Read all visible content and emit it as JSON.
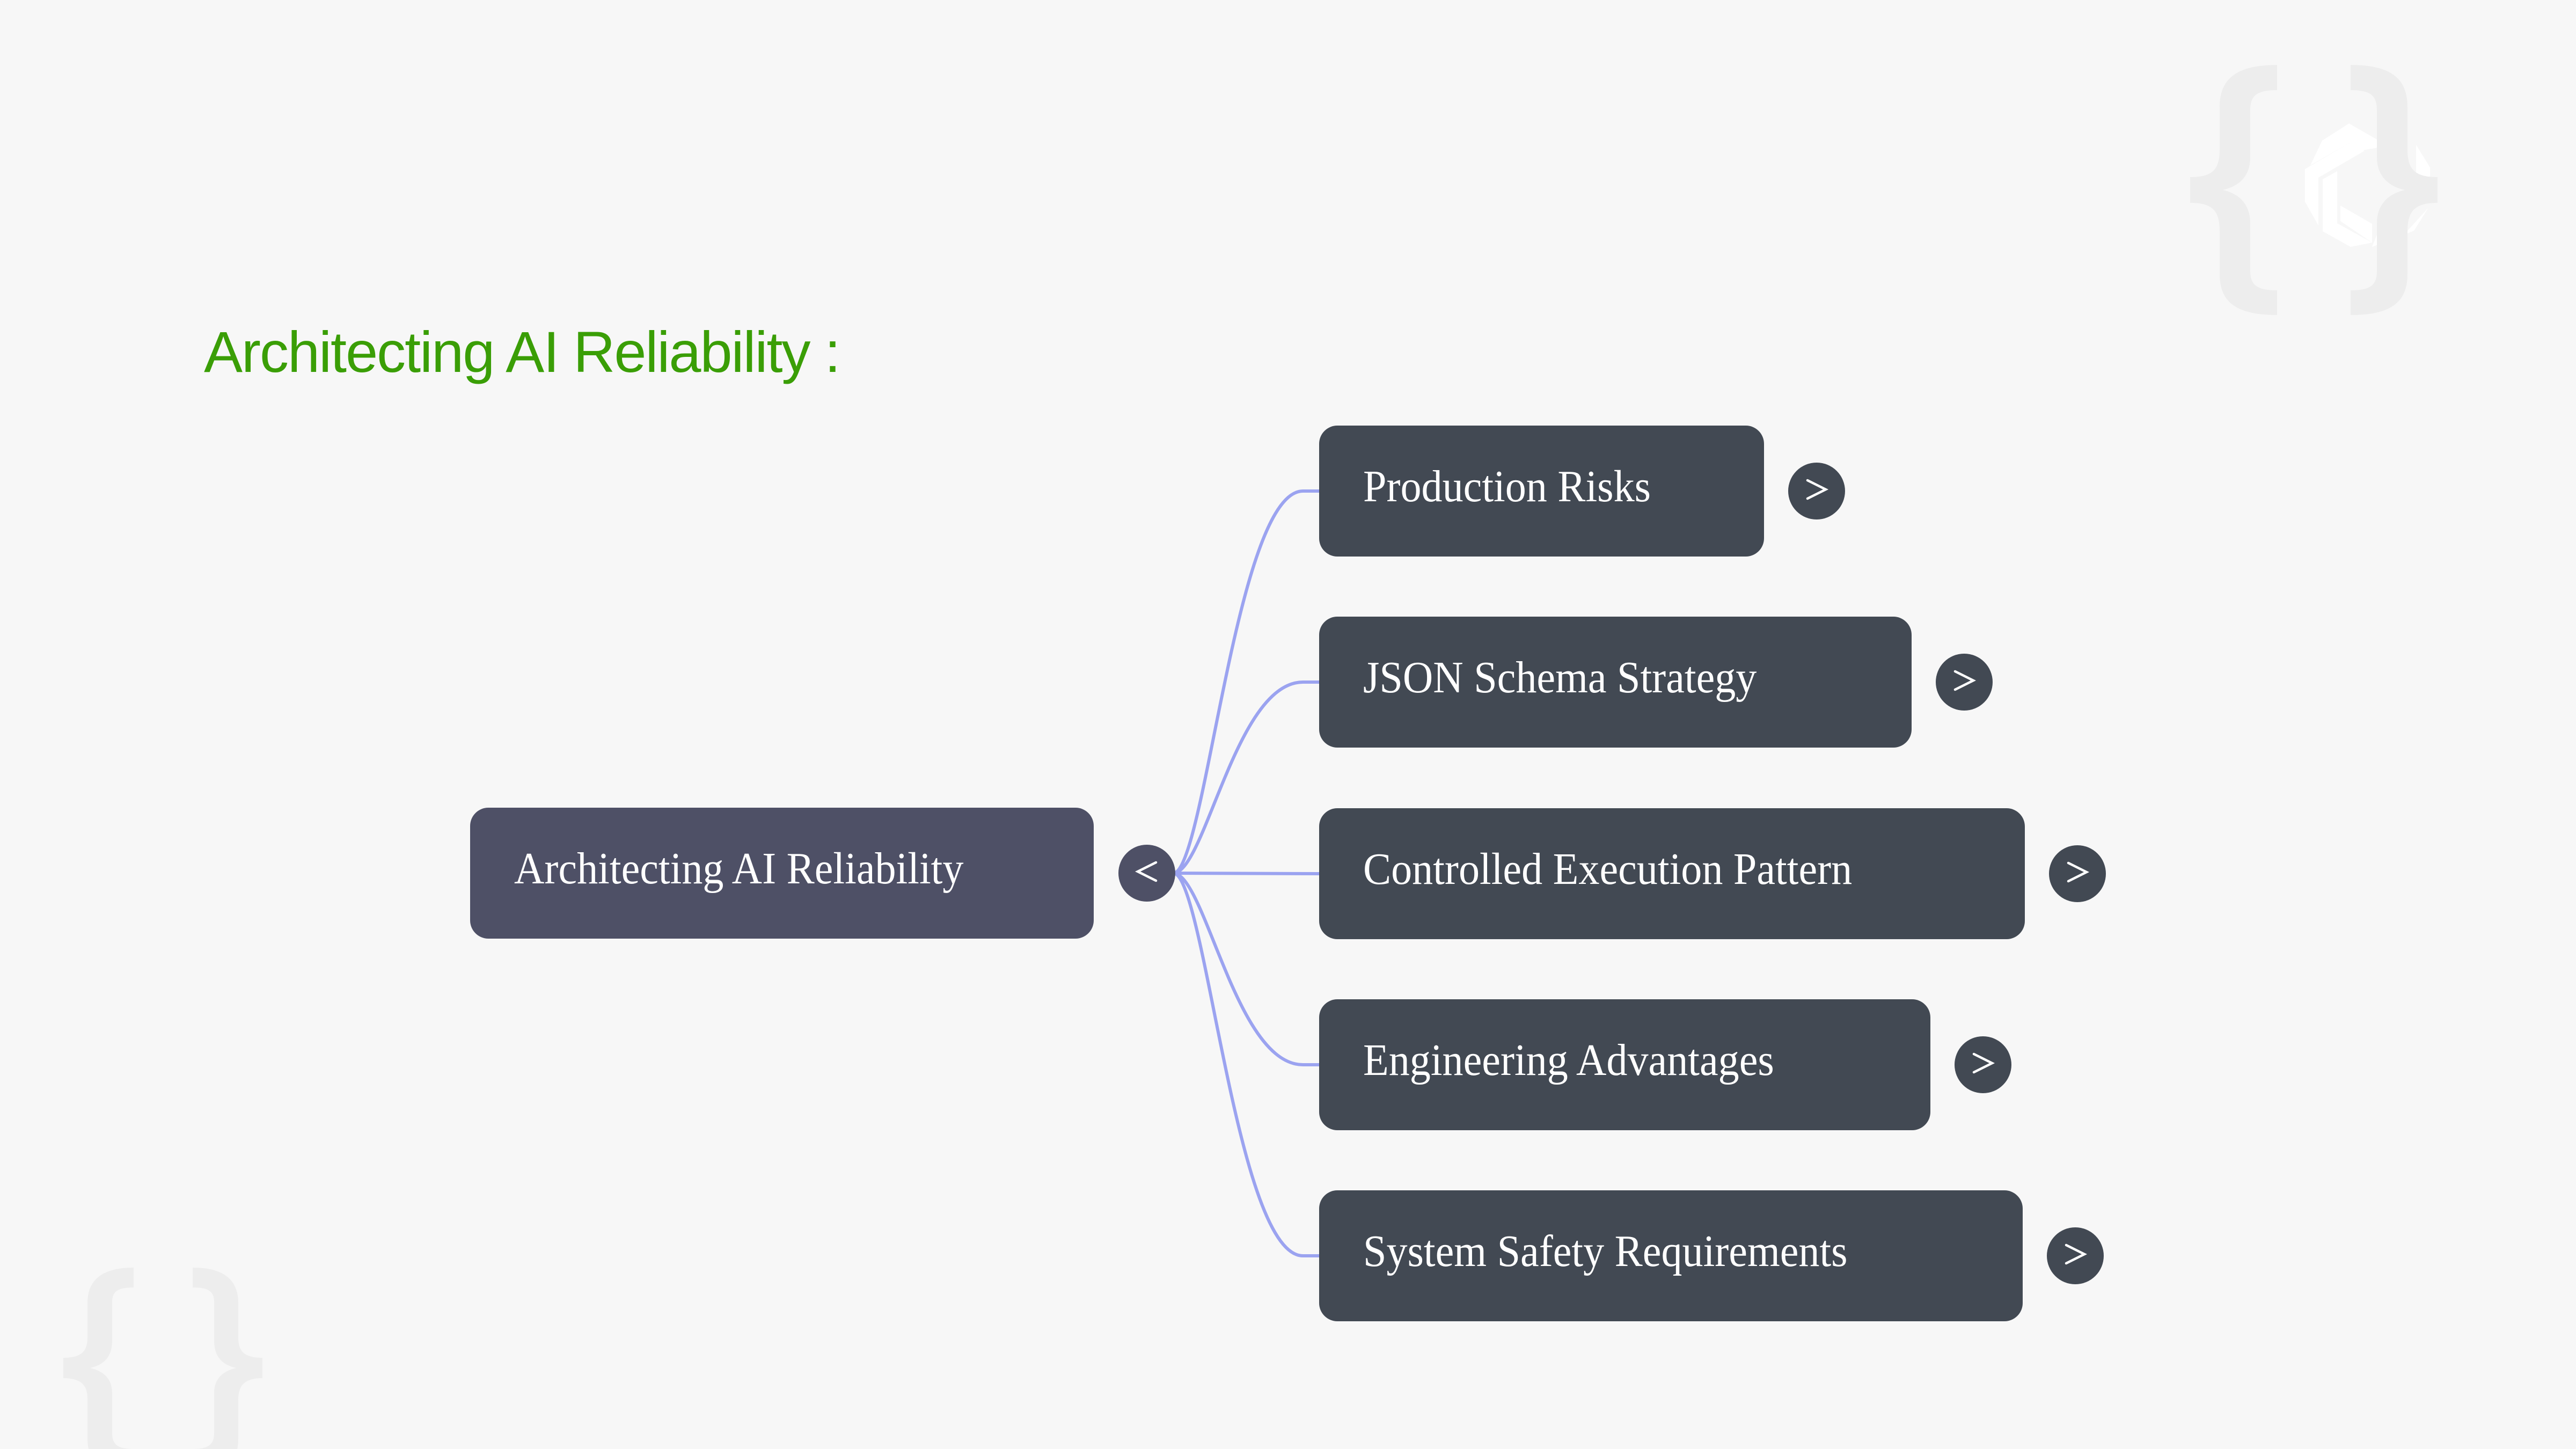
{
  "title": "Architecting AI Reliability :",
  "colors": {
    "background": "#f7f7f7",
    "title": "#3a9e06",
    "root_node": "#4e5066",
    "child_node": "#424953",
    "connector": "#9ba3f0",
    "watermark_brace": "#ededed",
    "watermark_logo": "#ffffff",
    "text": "#ffffff"
  },
  "mindmap": {
    "root": {
      "label": "Architecting AI Reliability",
      "toggle_icon": "chevron-left-icon",
      "toggle_glyph": "<",
      "expanded": true
    },
    "children": [
      {
        "label": "Production Risks",
        "toggle_icon": "chevron-right-icon",
        "toggle_glyph": ">",
        "expanded": false
      },
      {
        "label": "JSON Schema Strategy",
        "toggle_icon": "chevron-right-icon",
        "toggle_glyph": ">",
        "expanded": false
      },
      {
        "label": "Controlled Execution Pattern",
        "toggle_icon": "chevron-right-icon",
        "toggle_glyph": ">",
        "expanded": false
      },
      {
        "label": "Engineering Advantages",
        "toggle_icon": "chevron-right-icon",
        "toggle_glyph": ">",
        "expanded": false
      },
      {
        "label": "System Safety Requirements",
        "toggle_icon": "chevron-right-icon",
        "toggle_glyph": ">",
        "expanded": false
      }
    ]
  },
  "watermarks": [
    {
      "name": "curly-braces-logo-watermark",
      "glyph": "{ }"
    },
    {
      "name": "curly-braces-watermark",
      "glyph": "{ }"
    }
  ]
}
